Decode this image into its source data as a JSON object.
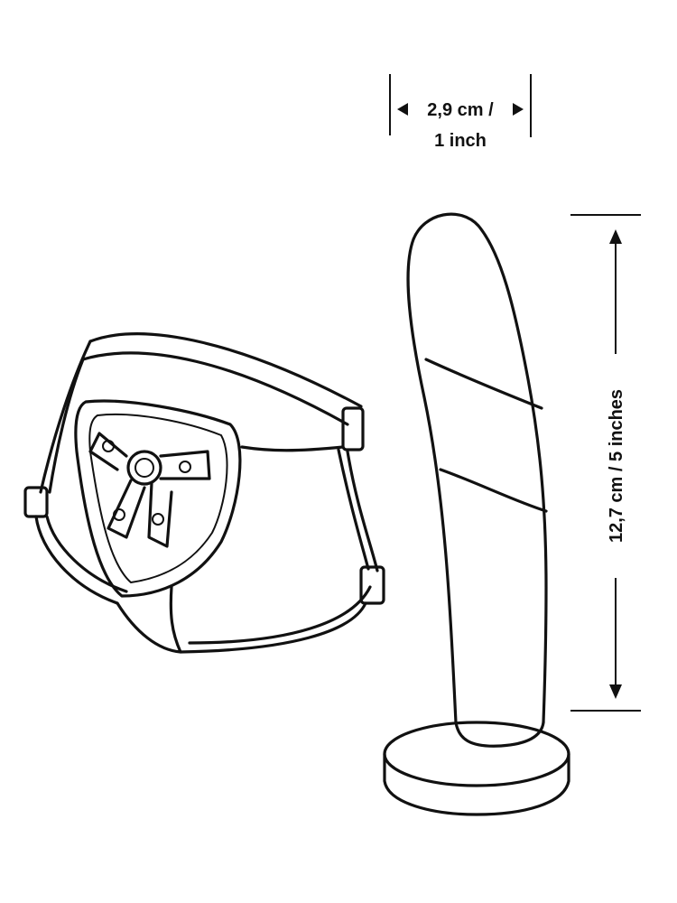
{
  "dimensions": {
    "width_label_line1": "2,9 cm /",
    "width_label_line2": "1 inch",
    "length_label": "12,7 cm / 5 inches"
  },
  "colors": {
    "line": "#111111",
    "background": "#ffffff"
  }
}
